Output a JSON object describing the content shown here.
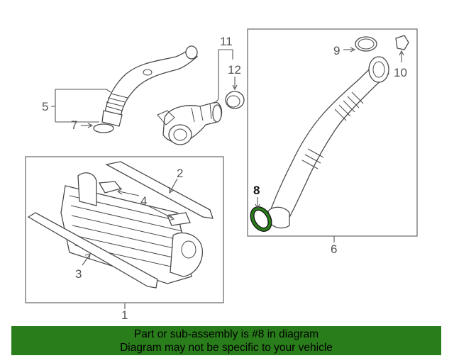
{
  "callouts": {
    "c1": "1",
    "c2": "2",
    "c3": "3",
    "c4": "4",
    "c5": "5",
    "c6": "6",
    "c7": "7",
    "c8": "8",
    "c9": "9",
    "c10": "10",
    "c11": "11",
    "c12": "12"
  },
  "highlight": {
    "part": "8",
    "color": "#2a7d1b"
  },
  "banner": {
    "line1": "Part or sub-assembly is #8 in diagram",
    "line2": "Diagram may not be specific to your vehicle",
    "background": "#2a7d1b"
  }
}
